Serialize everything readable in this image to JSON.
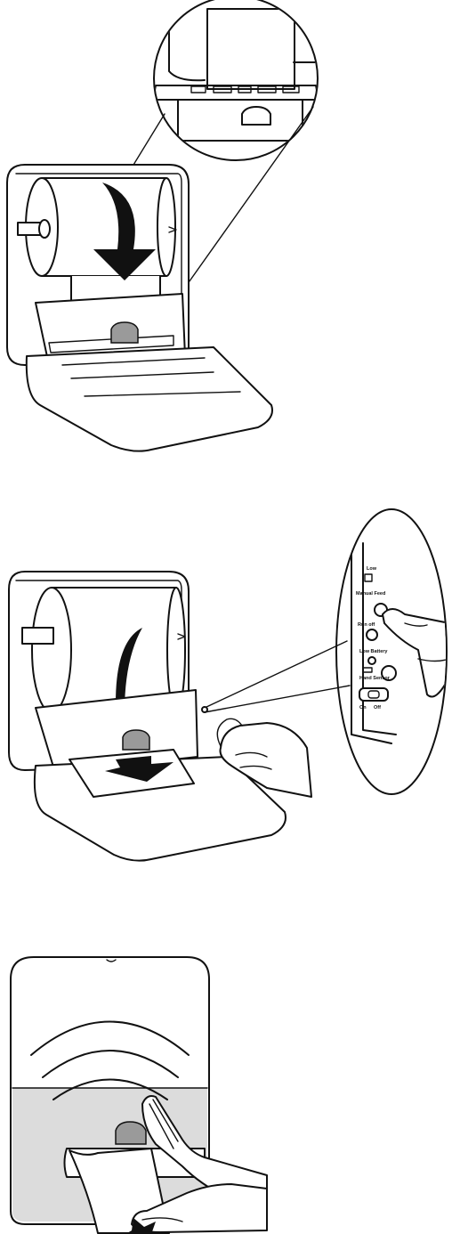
{
  "panel_labels": {
    "low": "Low",
    "manual_feed": "Manual Feed",
    "run_off": "Run off",
    "low_battery": "Low Battery",
    "hand_sensor": "Hand Sensor",
    "on": "On",
    "off": "Off"
  },
  "colors": {
    "line": "#111111",
    "gray_fill": "#9a9a9a",
    "light_panel": "#dcdcdc"
  },
  "icons": [
    "arrow-down-icon",
    "curved-arrow-icon",
    "hand-icon",
    "sensor-wave-icon"
  ]
}
